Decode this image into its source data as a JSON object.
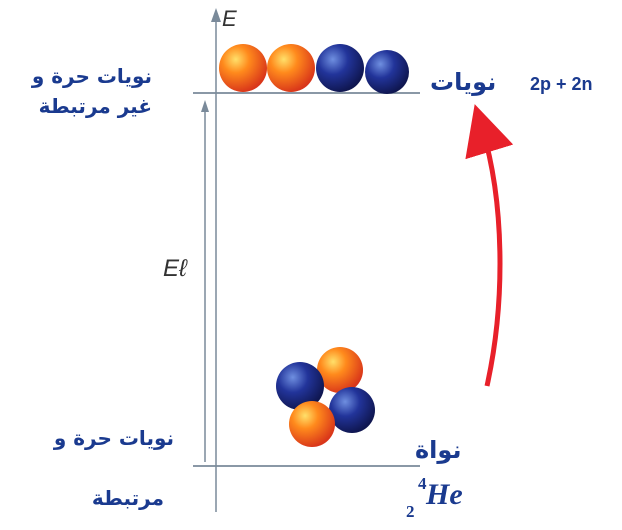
{
  "diagram": {
    "energy_axis_label": "E",
    "binding_energy_label": "Eℓ",
    "top_level": {
      "arabic_label_line1": "نويات حرة و",
      "arabic_label_line2": "غير مرتبطة",
      "right_word": "نويات",
      "right_count": "2p + 2n"
    },
    "bottom_level": {
      "arabic_label_line1": "نويات حرة و",
      "arabic_label_line2": "مرتبطة",
      "right_word": "نواة",
      "nuclide_symbol": "He",
      "mass_number": "4",
      "atomic_number": "2"
    },
    "colors": {
      "proton": "#f07a1a",
      "neutron": "#1b2a8a",
      "arrow": "#e8202a",
      "text": "#1a3a8f",
      "axis": "#7a8a9a"
    }
  }
}
